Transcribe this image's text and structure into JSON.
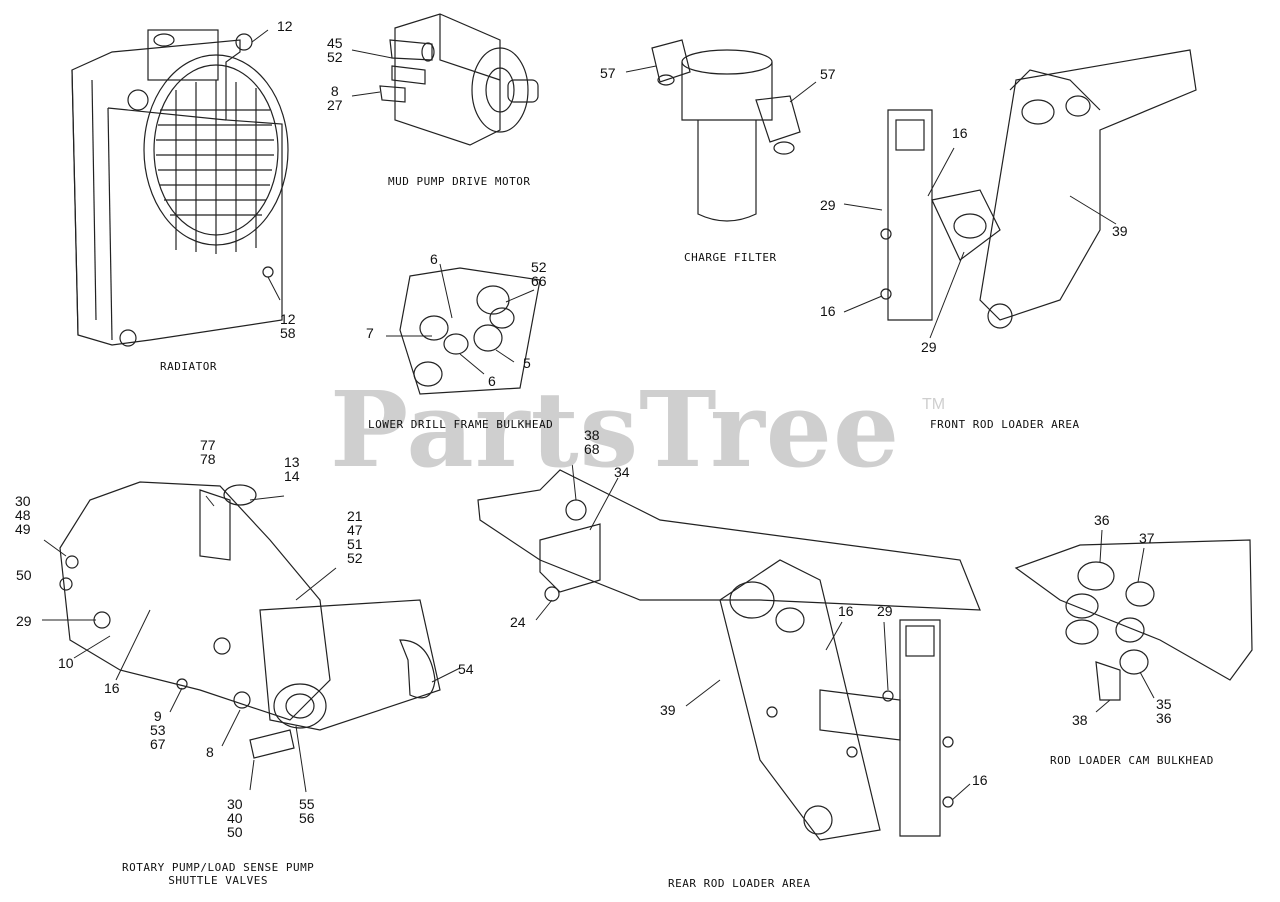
{
  "watermark": {
    "text": "PartsTree",
    "trademark": "TM",
    "color": "#cfcfcf"
  },
  "captions": {
    "radiator": "RADIATOR",
    "mud_pump": "MUD PUMP DRIVE MOTOR",
    "charge_filter": "CHARGE FILTER",
    "lower_drill": "LOWER DRILL FRAME BULKHEAD",
    "front_rod": "FRONT ROD LOADER AREA",
    "rotary_pump": "ROTARY PUMP/LOAD SENSE PUMP\nSHUTTLE VALVES",
    "rear_rod": "REAR ROD LOADER AREA",
    "cam_bulkhead": "ROD LOADER CAM BULKHEAD"
  },
  "callouts": {
    "rad_12_top": "12",
    "rad_12_58": "12\n58",
    "mud_45_52": "45\n52",
    "mud_8_27": "8\n27",
    "cf_57_left": "57",
    "cf_57_right": "57",
    "fr_16_top": "16",
    "fr_29_left": "29",
    "fr_39": "39",
    "fr_16_bottom": "16",
    "fr_29_bottom": "29",
    "ld_6_top": "6",
    "ld_52_66": "52\n66",
    "ld_7": "7",
    "ld_5": "5",
    "ld_6_bottom": "6",
    "rp_77_78": "77\n78",
    "rp_13_14": "13\n14",
    "rp_30_48_49": "30\n48\n49",
    "rp_50": "50",
    "rp_29": "29",
    "rp_10": "10",
    "rp_16": "16",
    "rp_9_53_67": "9\n53\n67",
    "rp_8": "8",
    "rp_21_47_51_52": "21\n47\n51\n52",
    "rp_54": "54",
    "rp_30_40_50": "30\n40\n50",
    "rp_55_56": "55\n56",
    "rr_38_68": "38\n68",
    "rr_34": "34",
    "rr_24": "24",
    "rr_16_top": "16",
    "rr_29": "29",
    "rr_39": "39",
    "rr_16_bottom": "16",
    "cb_36": "36",
    "cb_37": "37",
    "cb_35_36": "35\n36",
    "cb_38": "38"
  }
}
